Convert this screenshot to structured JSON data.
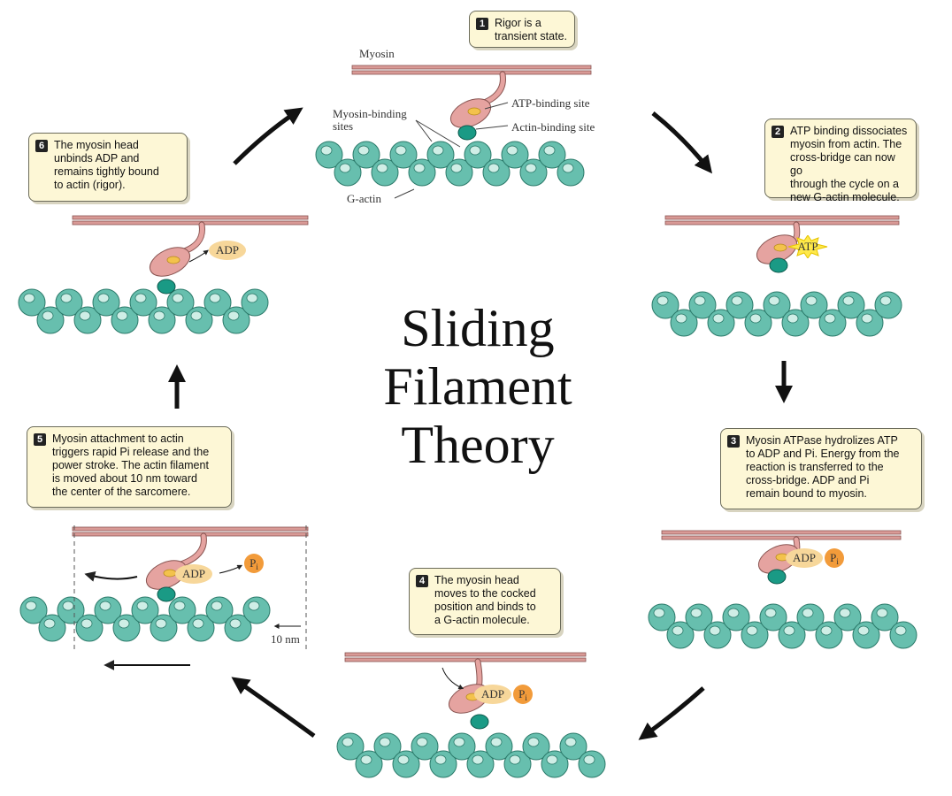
{
  "title": {
    "line1": "Sliding",
    "line2": "Filament",
    "line3": "Theory"
  },
  "labels": {
    "myosin": "Myosin",
    "atp_binding_site": "ATP-binding site",
    "actin_binding_site": "Actin-binding site",
    "myosin_binding_sites": "Myosin-binding\nsites",
    "g_actin": "G-actin",
    "ten_nm": "10 nm",
    "adp": "ADP",
    "atp": "ATP",
    "pi": "P",
    "pi_sub": "i"
  },
  "steps": [
    {
      "number": "1",
      "text": "Rigor is a\ntransient state."
    },
    {
      "number": "2",
      "text": "ATP binding dissociates\nmyosin from actin. The\ncross-bridge can now go\nthrough the cycle on a\nnew G-actin molecule."
    },
    {
      "number": "3",
      "text": "Myosin ATPase  hydrolizes ATP\nto ADP and Pi. Energy from the\nreaction is transferred to the\ncross-bridge. ADP and Pi\nremain bound to myosin."
    },
    {
      "number": "4",
      "text": "The myosin head\nmoves to the cocked\nposition and binds to\na G-actin molecule."
    },
    {
      "number": "5",
      "text": "Myosin attachment to actin\ntriggers rapid Pi release and the\npower stroke. The actin filament\nis moved about 10 nm toward\nthe center of the sarcomere."
    },
    {
      "number": "6",
      "text": "The myosin head\nunbinds ADP and\nremains tightly bound\nto actin (rigor)."
    }
  ],
  "colors": {
    "actin": "#67bfae",
    "actin_light": "#cfeee6",
    "myosin_head": "#e5a3a0",
    "myosin_filament": "#d99a96",
    "actin_site": "#1a9a85",
    "atp_site": "#f3c24c",
    "adp_blob": "#f7d79a",
    "atp_star": "#ffe94a",
    "pi_circle": "#f29b3a",
    "callout_bg": "#fdf7d6"
  }
}
